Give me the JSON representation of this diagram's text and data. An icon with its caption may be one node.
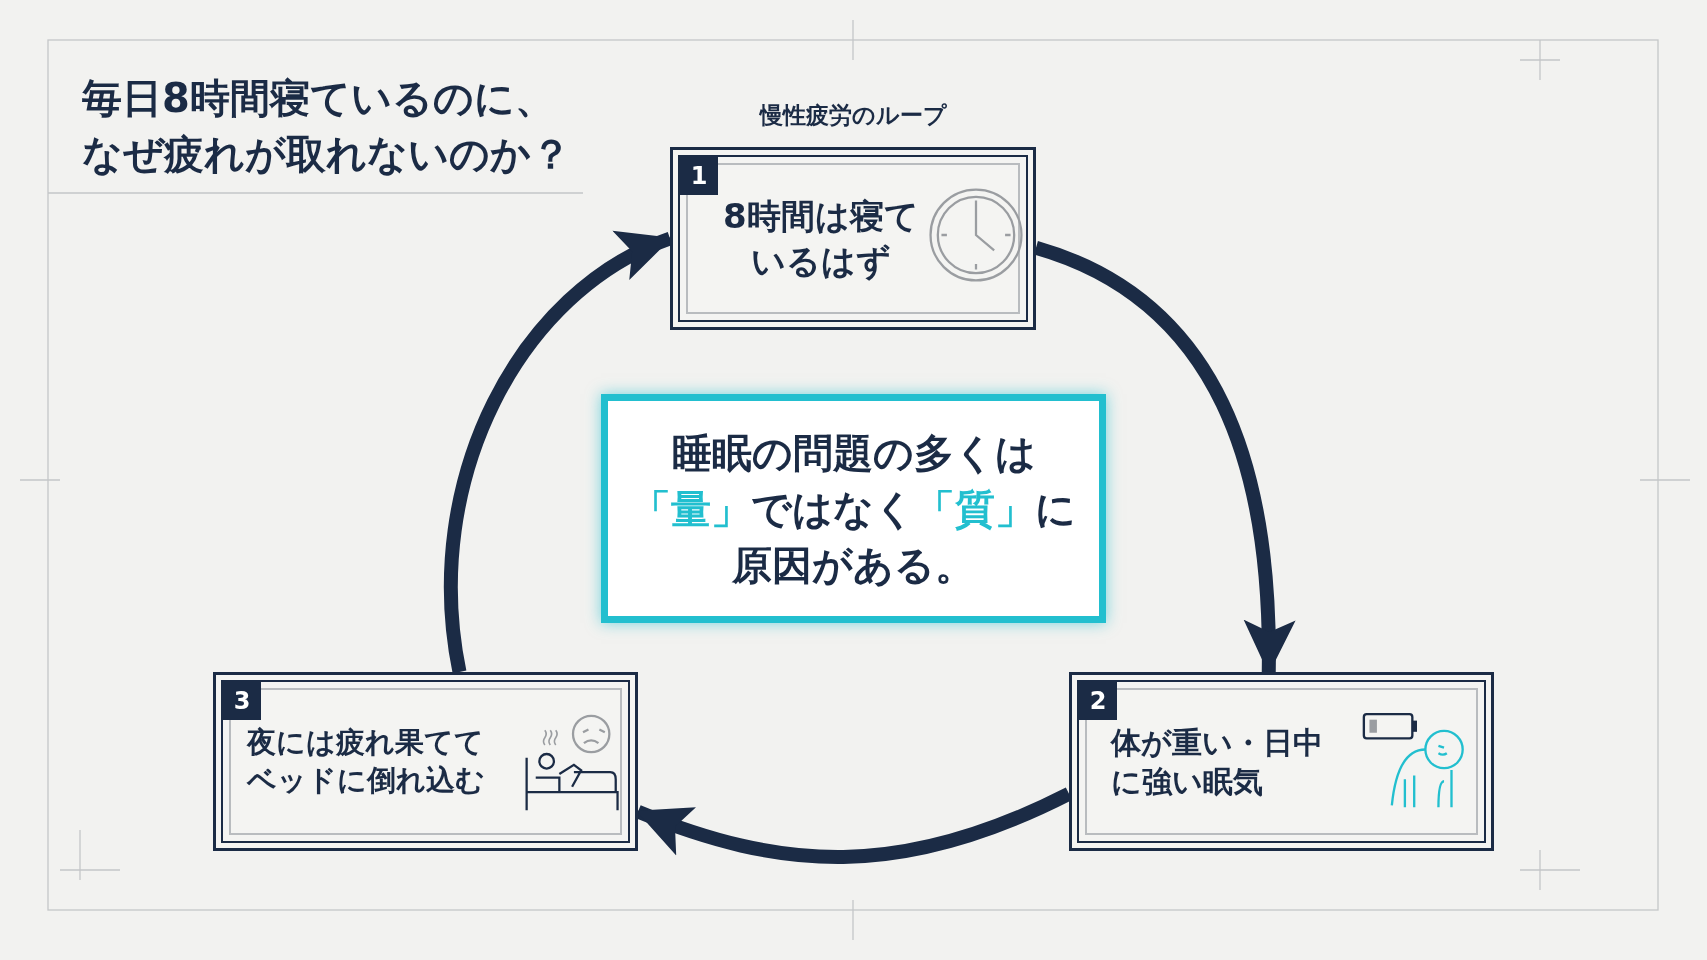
{
  "diagram": {
    "title": "毎日8時間寝ているのに、なぜ疲れが取れないのか？",
    "nodes": [
      {
        "text": [
          "1",
          "8時間は寝ているはず"
        ]
      },
      {
        "text": [
          "睡眠の問題の多くは**「量」**ではなく**「質」**に原因がある。"
        ]
      },
      {
        "text": [
          "3",
          "夜には疲れ果ててベッドに倒れ込む"
        ]
      },
      {
        "text": [
          "2",
          "体が重い・日中に強い眠気"
        ]
      }
    ],
    "edges": [
      {
        "from": 0,
        "to": 3,
        "arrow": "to"
      },
      {
        "from": 3,
        "to": 2,
        "arrow": "to"
      },
      {
        "from": 2,
        "to": 0,
        "arrow": "to"
      }
    ],
    "labels": [
      "慢性疲労のループ"
    ]
  }
}
